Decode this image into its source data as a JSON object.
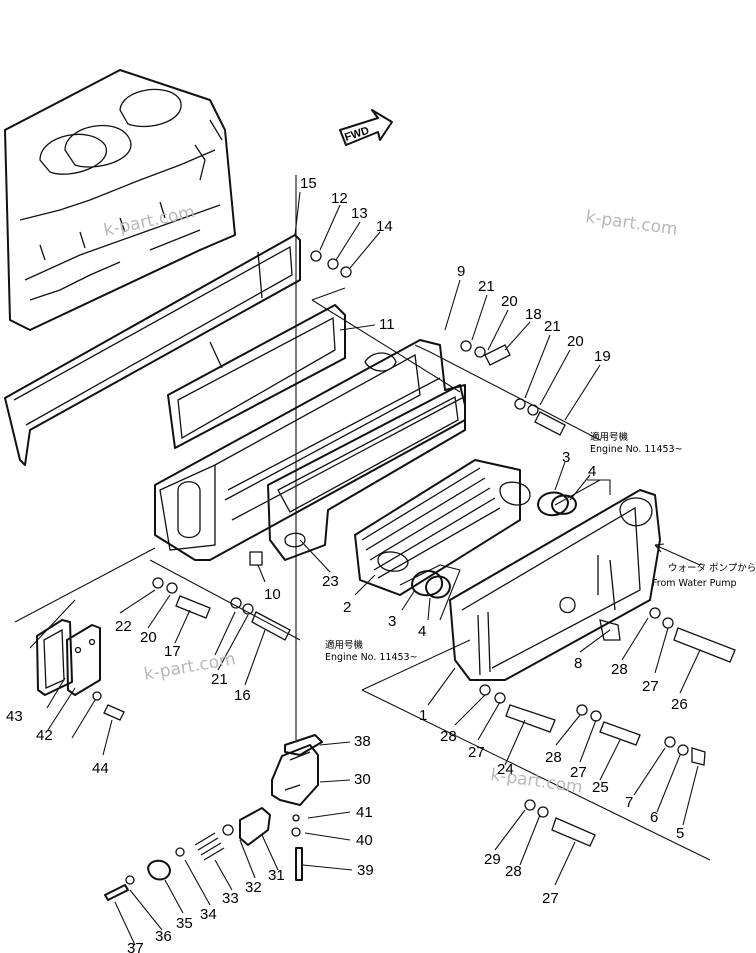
{
  "fwd_label": "FWD",
  "watermark": "k-part.com",
  "notes": {
    "engine_jp_right": "適用号機",
    "engine_no_right": "Engine No. 11453~",
    "engine_jp_left": "適用号機",
    "engine_no_left": "Engine No. 11453~",
    "water_pump_jp": "ウォータ ポンプから",
    "water_pump_en": "From Water Pump"
  },
  "callouts": [
    {
      "label": "1"
    },
    {
      "label": "2"
    },
    {
      "label": "3"
    },
    {
      "label": "3"
    },
    {
      "label": "4"
    },
    {
      "label": "4"
    },
    {
      "label": "5"
    },
    {
      "label": "6"
    },
    {
      "label": "7"
    },
    {
      "label": "8"
    },
    {
      "label": "9"
    },
    {
      "label": "10"
    },
    {
      "label": "11"
    },
    {
      "label": "12"
    },
    {
      "label": "13"
    },
    {
      "label": "14"
    },
    {
      "label": "15"
    },
    {
      "label": "16"
    },
    {
      "label": "17"
    },
    {
      "label": "18"
    },
    {
      "label": "19"
    },
    {
      "label": "20"
    },
    {
      "label": "20"
    },
    {
      "label": "20"
    },
    {
      "label": "21"
    },
    {
      "label": "21"
    },
    {
      "label": "21"
    },
    {
      "label": "22"
    },
    {
      "label": "23"
    },
    {
      "label": "24"
    },
    {
      "label": "25"
    },
    {
      "label": "26"
    },
    {
      "label": "27"
    },
    {
      "label": "27"
    },
    {
      "label": "27"
    },
    {
      "label": "27"
    },
    {
      "label": "28"
    },
    {
      "label": "28"
    },
    {
      "label": "28"
    },
    {
      "label": "28"
    },
    {
      "label": "29"
    },
    {
      "label": "30"
    },
    {
      "label": "31"
    },
    {
      "label": "32"
    },
    {
      "label": "33"
    },
    {
      "label": "34"
    },
    {
      "label": "35"
    },
    {
      "label": "36"
    },
    {
      "label": "37"
    },
    {
      "label": "38"
    },
    {
      "label": "39"
    },
    {
      "label": "40"
    },
    {
      "label": "41"
    },
    {
      "label": "42"
    },
    {
      "label": "43"
    },
    {
      "label": "44"
    }
  ]
}
